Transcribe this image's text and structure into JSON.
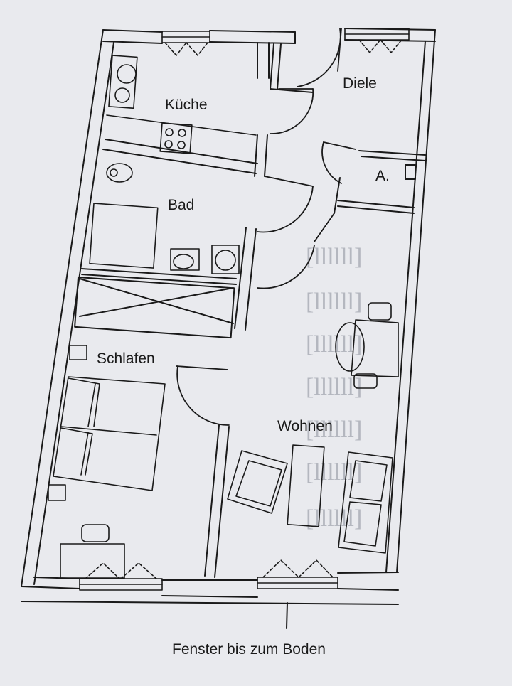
{
  "rooms": {
    "kueche": "Küche",
    "diele": "Diele",
    "abstell": "A.",
    "bad": "Bad",
    "schlafen": "Schlafen",
    "wohnen": "Wohnen"
  },
  "caption": "Fenster bis zum Boden",
  "colors": {
    "paper": "#e9eaee",
    "ink": "#1a1a1a",
    "show_through": "#b4b7bf"
  }
}
